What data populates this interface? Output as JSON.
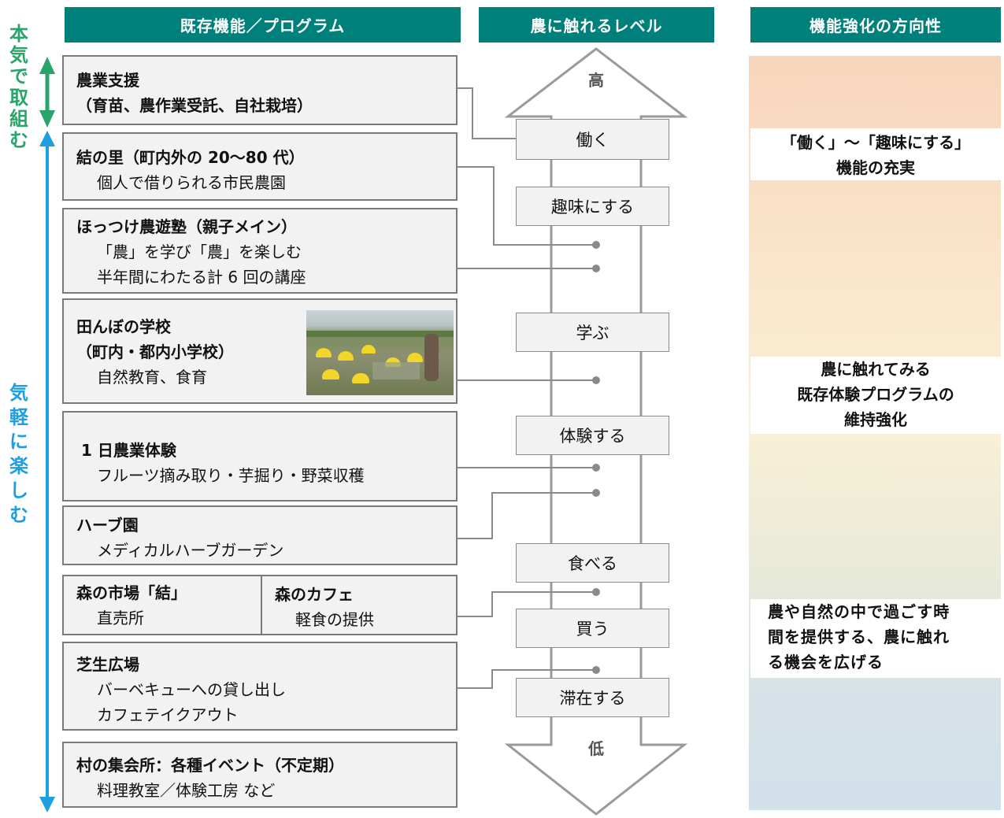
{
  "headers": {
    "programs": "既存機能／プログラム",
    "level": "農に触れるレベル",
    "direction": "機能強化の方向性"
  },
  "side_labels": {
    "serious": [
      "本",
      "気",
      "で",
      "取",
      "組",
      "む"
    ],
    "casual": [
      "気",
      "軽",
      "に",
      "楽",
      "し",
      "む"
    ]
  },
  "colors": {
    "header": "#00807a",
    "serious_arrow": "#2aa46a",
    "casual_arrow": "#1e9fe0",
    "gradient_top": "#f7d5bd",
    "gradient_mid": "#f9ecd0",
    "gradient_bottom": "#d2e0ea"
  },
  "arrow_labels": {
    "high": "高",
    "low": "低"
  },
  "levels": [
    "働く",
    "趣味にする",
    "学ぶ",
    "体験する",
    "食べる",
    "買う",
    "滞在する"
  ],
  "programs": {
    "p1": {
      "title": "農業支援",
      "sub": "（育苗、農作業受託、自社栽培）"
    },
    "p2": {
      "title": "結の里（町内外の 20～80 代）",
      "sub": "個人で借りられる市民農園"
    },
    "p3": {
      "title": "ほっつけ農遊塾（親子メイン）",
      "sub1": "「農」を学び「農」を楽しむ",
      "sub2": "半年間にわたる計 6 回の講座"
    },
    "p4": {
      "title1": "田んぼの学校",
      "title2": "（町内・都内小学校）",
      "sub": "自然教育、食育"
    },
    "p5": {
      "title": "1 日農業体験",
      "sub": "フルーツ摘み取り・芋掘り・野菜収穫"
    },
    "p6": {
      "title": "ハーブ園",
      "sub": "メディカルハーブガーデン"
    },
    "p7a": {
      "title": "森の市場「結」",
      "sub": "直売所"
    },
    "p7b": {
      "title": "森のカフェ",
      "sub": "軽食の提供"
    },
    "p8": {
      "title": "芝生広場",
      "sub1": "バーベキューへの貸し出し",
      "sub2": "カフェテイクアウト"
    },
    "p9": {
      "title": "村の集会所：各種イベント（不定期）",
      "sub": "料理教室／体験工房 など"
    }
  },
  "directions": {
    "d1": [
      "「働く」～「趣味にする」",
      "機能の充実"
    ],
    "d2": [
      "農に触れてみる",
      "既存体験プログラムの",
      "維持強化"
    ],
    "d3": [
      "農や自然の中で過ごす時",
      "間を提供する、農に触れ",
      "る機会を広げる"
    ]
  }
}
